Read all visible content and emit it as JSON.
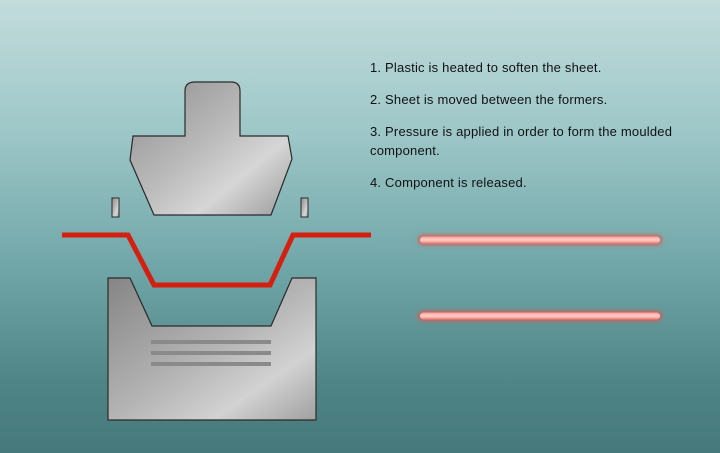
{
  "steps": [
    "1. Plastic is heated to soften the sheet.",
    "2. Sheet is moved between the formers.",
    "3. Pressure is applied in order to form the moulded component.",
    "4. Component is released."
  ],
  "colors": {
    "plastic_sheet": "#d42010",
    "heater_core": "#ffb0a8",
    "heater_glow": "#e8504a",
    "former_metal_light": "#d4d4d4",
    "former_metal_dark": "#7e7e7e"
  },
  "icons": {
    "upper_former": "upper-former-mould",
    "lower_former": "lower-former-mould",
    "clamps": "clamp-bar",
    "heaters": "heater-element"
  }
}
